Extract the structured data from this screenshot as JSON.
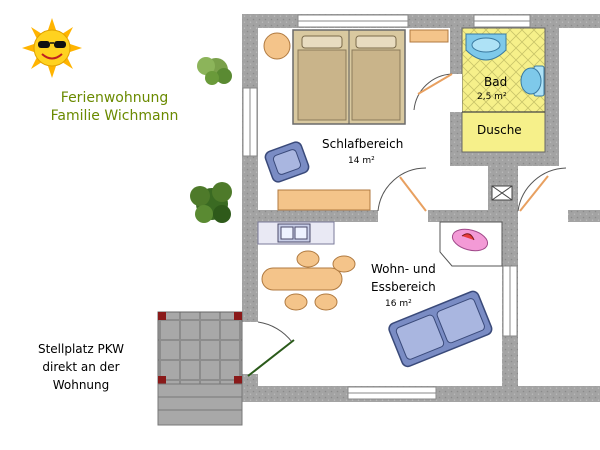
{
  "header": {
    "title_line1": "Ferienwohnung",
    "title_line2": "Familie Wichmann"
  },
  "rooms": {
    "bedroom": {
      "name": "Schlafbereich",
      "area": "14 m²"
    },
    "bath": {
      "name": "Bad",
      "area": "2,5 m²"
    },
    "shower": {
      "name": "Dusche"
    },
    "living": {
      "name_line1": "Wohn- und",
      "name_line2": "Essbereich",
      "area": "16 m²"
    }
  },
  "parking": {
    "line1": "Stellplatz PKW",
    "line2": "direkt an der",
    "line3": "Wohnung"
  },
  "colors": {
    "wall": "#9a9a9a",
    "floor": "#ffffff",
    "bath_tile": "#f6f08a",
    "title": "#6a8a00",
    "furniture_wood": "#f4c48a",
    "sofa": "#7a8cc4",
    "tree": "#4e7a2a",
    "sun": "#ffd21f"
  }
}
